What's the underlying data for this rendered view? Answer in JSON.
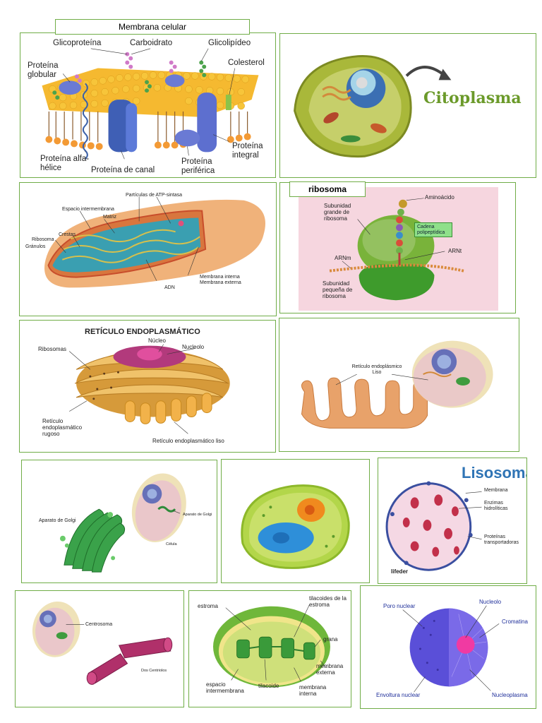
{
  "membrana": {
    "title": "Membrana celular",
    "labels": {
      "glicoproteina": "Glicoproteína",
      "carboidrato": "Carboidrato",
      "glicolipideo": "Glicolipídeo",
      "proteina_globular": "Proteína globular",
      "colesterol": "Colesterol",
      "proteina_integral": "Proteína integral",
      "proteina_alfa": "Proteína alfa-hélice",
      "proteina_canal": "Proteína de canal",
      "proteina_periferica": "Proteína periférica"
    }
  },
  "citoplasma": {
    "title": "Citoplasma"
  },
  "mitocondria": {
    "labels": {
      "atp": "Partículas de ATP-sintasa",
      "espacio": "Espacio intermembrana",
      "matriz": "Matriz",
      "crestas": "Crestas",
      "ribosoma": "Ribosoma",
      "granulos": "Gránulos",
      "membrana_interna": "Membrana interna",
      "membrana_externa": "Membrana externa",
      "adn": "ADN"
    }
  },
  "ribosoma": {
    "title": "ribosoma",
    "labels": {
      "aminoacido": "Aminoácido",
      "sub_grande": "Subunidad grande de ribosoma",
      "cadena": "Cadena polipeptídica",
      "arnm": "ARNm",
      "arnt": "ARNt",
      "sub_pequena": "Subunidad pequeña de ribosoma"
    }
  },
  "reticulo": {
    "title": "RETÍCULO ENDOPLASMÁTICO",
    "labels": {
      "nucleo": "Núcleo",
      "nucleolo": "Nucleolo",
      "ribosomas": "Ribosomas",
      "rugoso": "Retículo endoplasmático rugoso",
      "liso": "Retículo endoplasmático liso"
    }
  },
  "liso": {
    "labels": {
      "rel": "Retículo endoplásmico Liso"
    }
  },
  "golgi": {
    "labels": {
      "aparato": "Aparato de Golgi",
      "aparato2": "Aparato de Golgi",
      "celula": "Célula"
    }
  },
  "lisosoma": {
    "title": "Lisosoma",
    "labels": {
      "membrana": "Membrana",
      "enzimas": "Enzimas hidrolíticas",
      "proteinas": "Proteínas transportadoras",
      "credit": "lifeder"
    }
  },
  "centrosoma": {
    "labels": {
      "centrosoma": "Centrosoma",
      "centriolos": "Dos Centriolos"
    }
  },
  "cloroplasto": {
    "labels": {
      "estroma": "estroma",
      "tilacoides": "tilacoides de la estroma",
      "grana": "grana",
      "membrana_externa": "membrana externa",
      "espacio": "espacio intermembrana",
      "tilacoide": "tilacoide",
      "membrana_interna": "membrana interna"
    }
  },
  "nucleo": {
    "labels": {
      "poro": "Poro nuclear",
      "nucleolo": "Nucleolo",
      "cromatina": "Cromatina",
      "envoltura": "Envoltura nuclear",
      "nucleoplasma": "Nucleoplasma"
    }
  }
}
